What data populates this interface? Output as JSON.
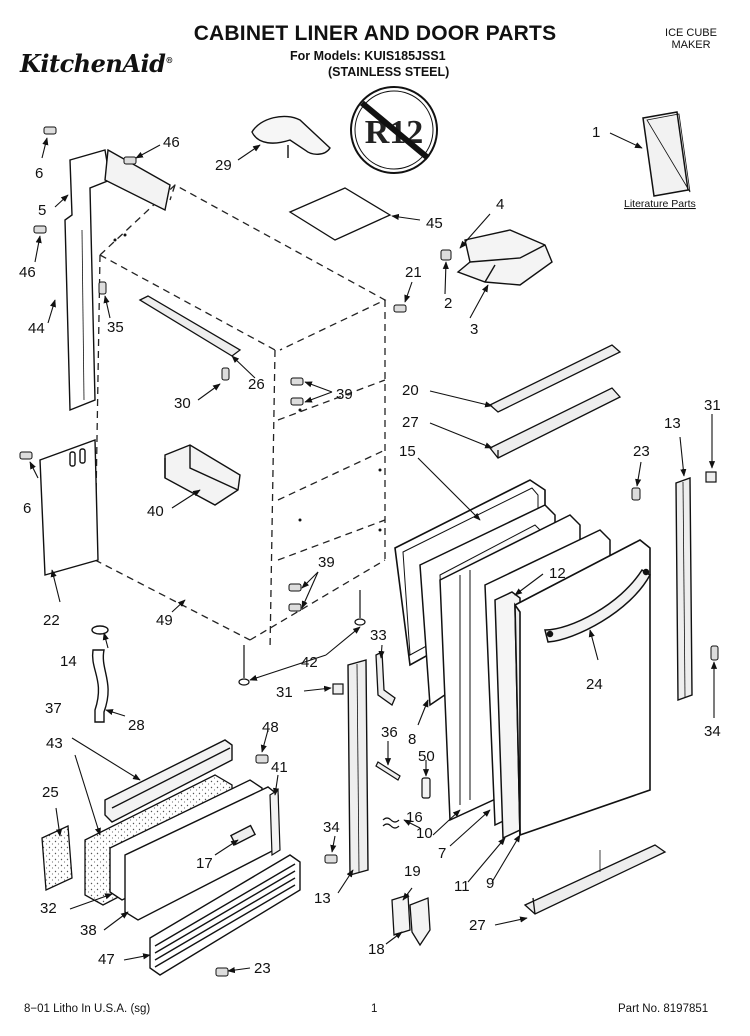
{
  "header": {
    "title": "CABINET LINER AND DOOR PARTS",
    "models": "For Models: KUIS185JSS1",
    "finish": "(STAINLESS STEEL)",
    "brand": "KitchenAid",
    "brand_mark": "®",
    "corner_label_line1": "ICE CUBE",
    "corner_label_line2": "MAKER"
  },
  "badge": {
    "label": "R12"
  },
  "literature": {
    "label": "Literature Parts"
  },
  "callouts": [
    "1",
    "2",
    "3",
    "4",
    "5",
    "6",
    "6",
    "8",
    "9",
    "10",
    "11",
    "12",
    "13",
    "13",
    "14",
    "15",
    "16",
    "17",
    "18",
    "19",
    "20",
    "21",
    "22",
    "23",
    "23",
    "24",
    "25",
    "26",
    "27",
    "27",
    "28",
    "29",
    "30",
    "31",
    "31",
    "32",
    "33",
    "34",
    "34",
    "35",
    "36",
    "37",
    "38",
    "39",
    "39",
    "40",
    "41",
    "42",
    "43",
    "44",
    "45",
    "46",
    "46",
    "47",
    "48",
    "49",
    "50",
    "7"
  ],
  "footer": {
    "left": "8−01 Litho In U.S.A. (sg)",
    "page": "1",
    "part_no": "Part No. 8197851"
  }
}
